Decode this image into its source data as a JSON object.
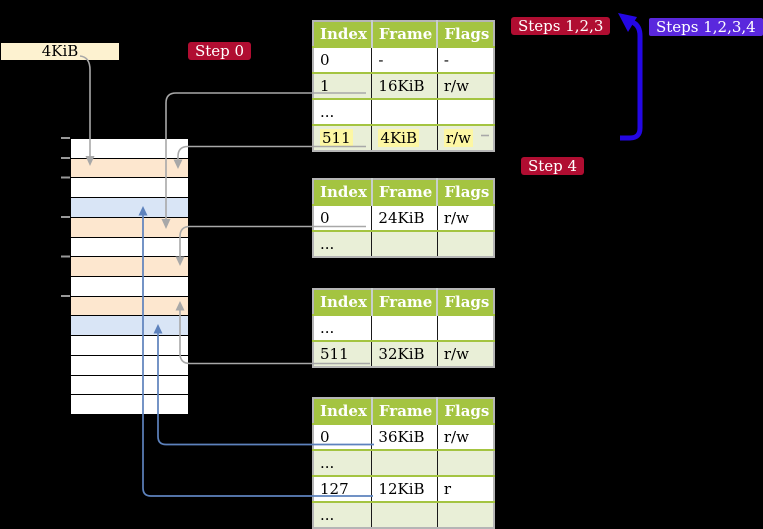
{
  "palette": {
    "background": "#000000",
    "badge_red": "#b00d31",
    "badge_violet": "#5a28dd",
    "arrow_blue": "#2407e4",
    "connector_blue": "#5d82bd",
    "connector_gray": "#a8a8a8",
    "tick_gray": "#999999",
    "table_header_green": "#a4c441",
    "table_row_green": "#e9efd7",
    "highlight_yellow": "#fdf7a3",
    "memory_peach": "#fde7cf",
    "memory_blue": "#d9e5f6",
    "label_cream": "#fdf2d0"
  },
  "labels": {
    "page_size": "4KiB",
    "step0": "Step 0",
    "steps123": "Steps 1,2,3",
    "steps1234": "Steps 1,2,3,4",
    "step4": "Step 4"
  },
  "tables": [
    {
      "headers": [
        "Index",
        "Frame",
        "Flags"
      ],
      "rows": [
        [
          "0",
          "-",
          "-"
        ],
        [
          "1",
          "16KiB",
          "r/w"
        ],
        [
          "...",
          "",
          ""
        ],
        [
          "511",
          "4KiB",
          "r/w"
        ]
      ]
    },
    {
      "headers": [
        "Index",
        "Frame",
        "Flags"
      ],
      "rows": [
        [
          "0",
          "24KiB",
          "r/w"
        ],
        [
          "...",
          "",
          ""
        ]
      ]
    },
    {
      "headers": [
        "Index",
        "Frame",
        "Flags"
      ],
      "rows": [
        [
          "...",
          "",
          ""
        ],
        [
          "511",
          "32KiB",
          "r/w"
        ]
      ]
    },
    {
      "headers": [
        "Index",
        "Frame",
        "Flags"
      ],
      "rows": [
        [
          "0",
          "36KiB",
          "r/w"
        ],
        [
          "...",
          "",
          ""
        ],
        [
          "127",
          "12KiB",
          "r"
        ],
        [
          "...",
          "",
          ""
        ]
      ]
    }
  ],
  "memory": {
    "rows": [
      "white",
      "peach",
      "white",
      "blue",
      "peach",
      "white",
      "peach",
      "white",
      "peach",
      "blue",
      "white",
      "white",
      "white",
      "white"
    ]
  }
}
